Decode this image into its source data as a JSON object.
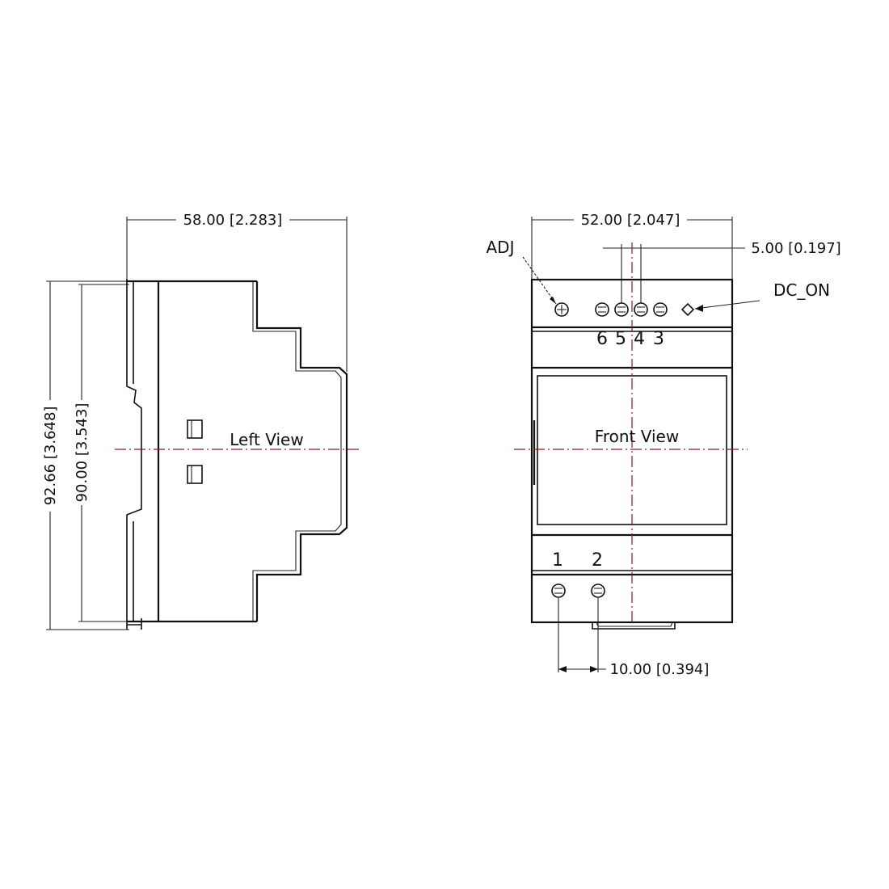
{
  "left_view": {
    "label": "Left View",
    "width_dim": "58.00 [2.283]",
    "height_dim_outer": "92.66 [3.648]",
    "height_dim_inner": "90.00 [3.543]"
  },
  "front_view": {
    "label": "Front View",
    "width_dim": "52.00 [2.047]",
    "pitch_top_dim": "5.00 [0.197]",
    "pitch_bottom_dim": "10.00 [0.394]",
    "adj_label": "ADJ",
    "dc_on_label": "DC_ON",
    "top_pins": [
      "6",
      "5",
      "4",
      "3"
    ],
    "bottom_pins": [
      "1",
      "2"
    ]
  }
}
